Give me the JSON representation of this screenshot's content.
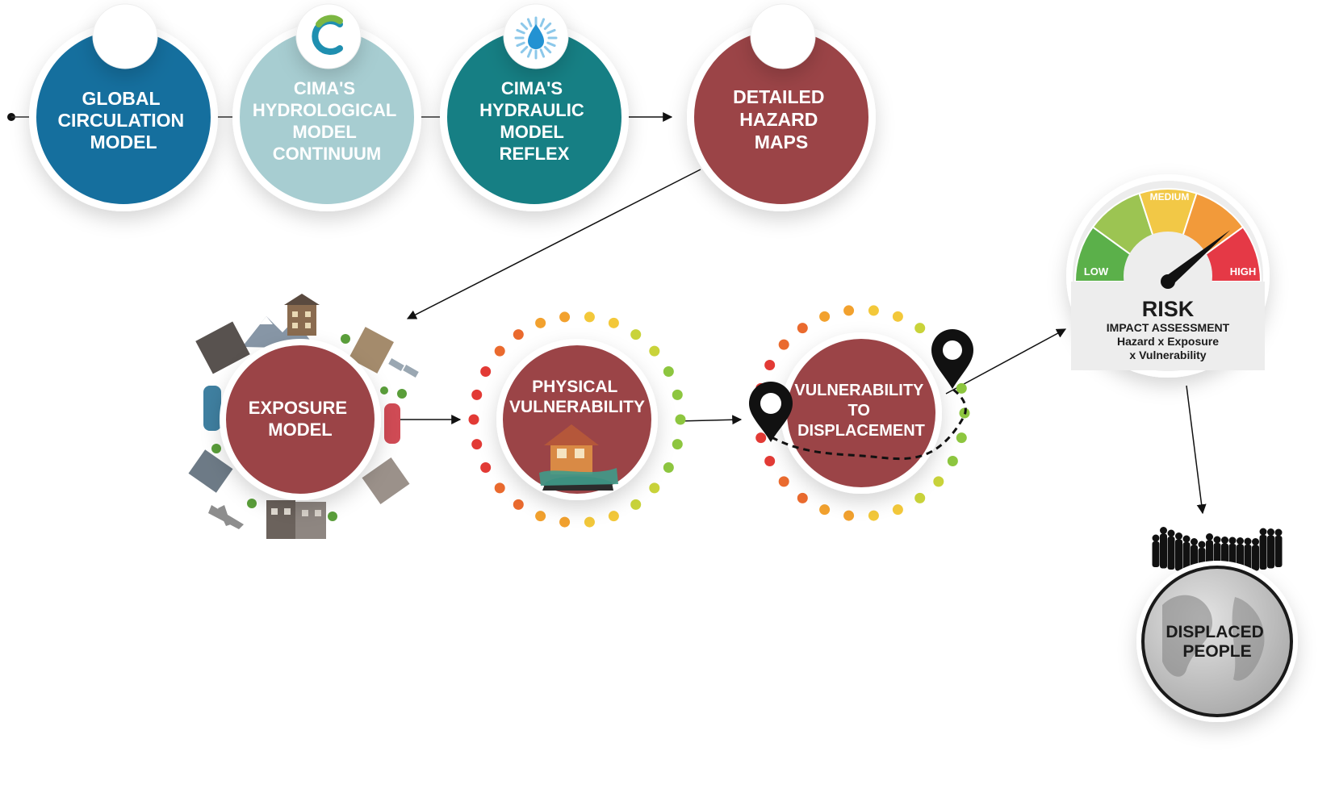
{
  "nodes": {
    "global_circulation": {
      "lines": [
        "GLOBAL",
        "CIRCULATION",
        "MODEL"
      ],
      "color": "#156f9e"
    },
    "hydrological": {
      "lines": [
        "CIMA'S",
        "HYDROLOGICAL",
        "MODEL",
        "CONTINUUM"
      ],
      "color": "#a7cdd1"
    },
    "hydraulic": {
      "lines": [
        "CIMA'S",
        "HYDRAULIC",
        "MODEL",
        "REFLEX"
      ],
      "color": "#167f84"
    },
    "hazard_maps": {
      "lines": [
        "DETAILED",
        "HAZARD",
        "MAPS"
      ],
      "color": "#9b4447"
    },
    "exposure": {
      "lines": [
        "EXPOSURE",
        "MODEL"
      ],
      "color": "#9b4447"
    },
    "physical_vulnerability": {
      "lines": [
        "PHYSICAL",
        "VULNERABILITY"
      ],
      "color": "#9b4447"
    },
    "vulnerability_displacement": {
      "lines": [
        "VULNERABILITY",
        "TO",
        "DISPLACEMENT"
      ],
      "color": "#9b4447"
    },
    "displaced_people": {
      "lines": [
        "DISPLACED",
        "PEOPLE"
      ],
      "color": "#c8c8c8"
    }
  },
  "risk": {
    "title": "RISK",
    "line1": "IMPACT ASSESSMENT",
    "line2": "Hazard x Exposure",
    "line3": "x Vulnerability",
    "gauge_low": "LOW",
    "gauge_medium": "MEDIUM",
    "gauge_high": "HIGH",
    "gauge_level": 0.78,
    "gauge_colors": [
      "#5bb04a",
      "#9cc452",
      "#f2c846",
      "#f29a3a",
      "#e53946"
    ]
  }
}
